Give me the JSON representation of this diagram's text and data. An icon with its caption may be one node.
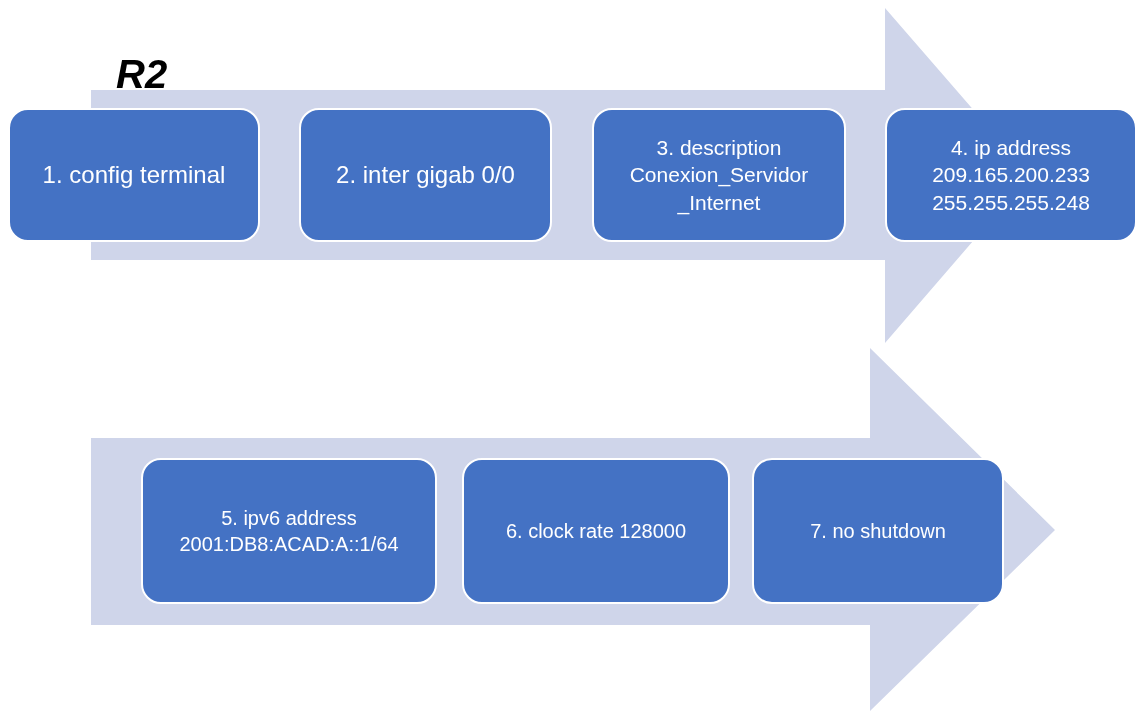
{
  "diagram": {
    "title": "R2",
    "nodes": [
      {
        "text": [
          "1. config terminal"
        ]
      },
      {
        "text": [
          "2. inter gigab 0/0"
        ]
      },
      {
        "text": [
          "3. description Conexion_Servidor _Internet"
        ]
      },
      {
        "text": [
          "4. ip address 209.165.200.233 255.255.255.248"
        ]
      },
      {
        "text": [
          "5. ipv6 address 2001:DB8:ACAD:A::1/64"
        ]
      },
      {
        "text": [
          "6. clock rate 128000"
        ]
      },
      {
        "text": [
          "7. no shutdown"
        ]
      }
    ]
  }
}
